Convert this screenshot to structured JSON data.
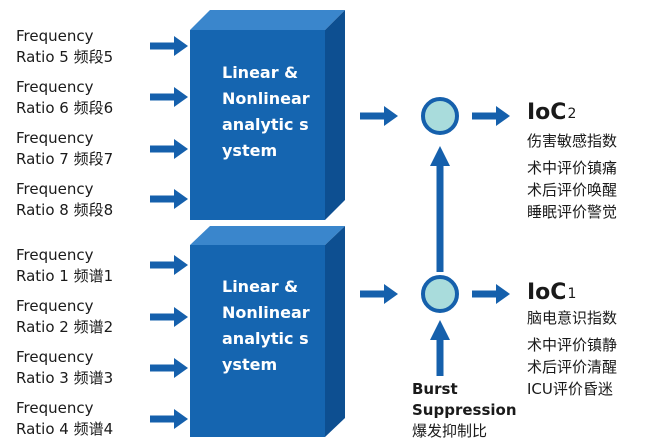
{
  "inputs_top": [
    {
      "line1": "Frequency",
      "line2": "Ratio 5 频段5"
    },
    {
      "line1": "Frequency",
      "line2": "Ratio 6 频段6"
    },
    {
      "line1": "Frequency",
      "line2": "Ratio 7  频段7"
    },
    {
      "line1": "Frequency",
      "line2": "Ratio 8 频段8"
    }
  ],
  "inputs_bottom": [
    {
      "line1": "Frequency",
      "line2": "Ratio 1 频谱1"
    },
    {
      "line1": "Frequency",
      "line2": "Ratio 2 频谱2"
    },
    {
      "line1": "Frequency",
      "line2": "Ratio 3 频谱3"
    },
    {
      "line1": "Frequency",
      "line2": "Ratio 4 频谱4"
    }
  ],
  "box_top": {
    "l1": "Linear &",
    "l2": "Nonlinear",
    "l3": "analytic s",
    "l4": "ystem"
  },
  "box_bottom": {
    "l1": "Linear &",
    "l2": "Nonlinear",
    "l3": "analytic s",
    "l4": "ystem"
  },
  "ioc2": {
    "label": "IoC",
    "sub": "2",
    "title": "伤害敏感指数",
    "lines": [
      "术中评价镇痛",
      "术后评价唤醒",
      "睡眠评价警觉"
    ]
  },
  "ioc1": {
    "label": "IoC",
    "sub": "1",
    "title": "脑电意识指数",
    "lines": [
      "术中评价镇静",
      "术后评价清醒",
      "ICU评价昏迷"
    ]
  },
  "burst": {
    "en": "Burst",
    "en2": "Suppression",
    "cn": "爆发抑制比"
  },
  "colors": {
    "box": "#1565b0",
    "box_side": "#0d4f91",
    "box_top": "#3a86cc",
    "arrow": "#1560ac",
    "circle": "#a9dcdc",
    "circle_stroke": "#1560ac"
  }
}
